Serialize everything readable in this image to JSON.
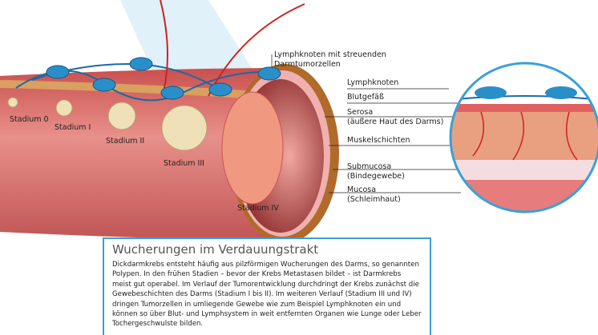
{
  "title": "Wucherungen im Verdauungstrakt",
  "body": "Dickdarmkrebs entsteht häufig aus pilzförmigen Wucherungen des Darms, so genannten Polypen. In den frühen Stadien – bevor der Krebs Metastasen bildet – ist Darmkrebs meist gut operabel. Im Verlauf der Tumorentwicklung durchdringt der Krebs zunächst die Gewebeschichten des Darms (Stadium I bis II). Im weiteren Verlauf (Stadium III und IV) dringen Tumorzellen in umliegende Gewebe wie zum Beispiel Lymphknoten ein und können so über Blut- und Lymphsystem in weit entfernten Organen wie Lunge oder Leber Tochergeschwulste bilden.",
  "stages": [
    "Stadium 0",
    "Stadium I",
    "Stadium II",
    "Stadium III",
    "Stadium IV"
  ],
  "labels": {
    "lymph_spread_1": "Lymphknoten mit streuenden",
    "lymph_spread_2": "Darmtumorzellen",
    "lymphknoten": "Lymphknoten",
    "blutgefaess": "Blutgefäß",
    "serosa": "Serosa",
    "serosa_desc": "(äußere Haut des Darms)",
    "muskel": "Muskelschichten",
    "submucosa": "Submucosa",
    "submucosa_desc": "(Bindegewebe)",
    "mucosa": "Mucosa",
    "mucosa_desc": "(Schleimhaut)"
  },
  "colors": {
    "accent": "#3aa0d8",
    "tissue": "#e07a78",
    "lymph": "#2a8fc8",
    "vessel": "#cc2222"
  }
}
